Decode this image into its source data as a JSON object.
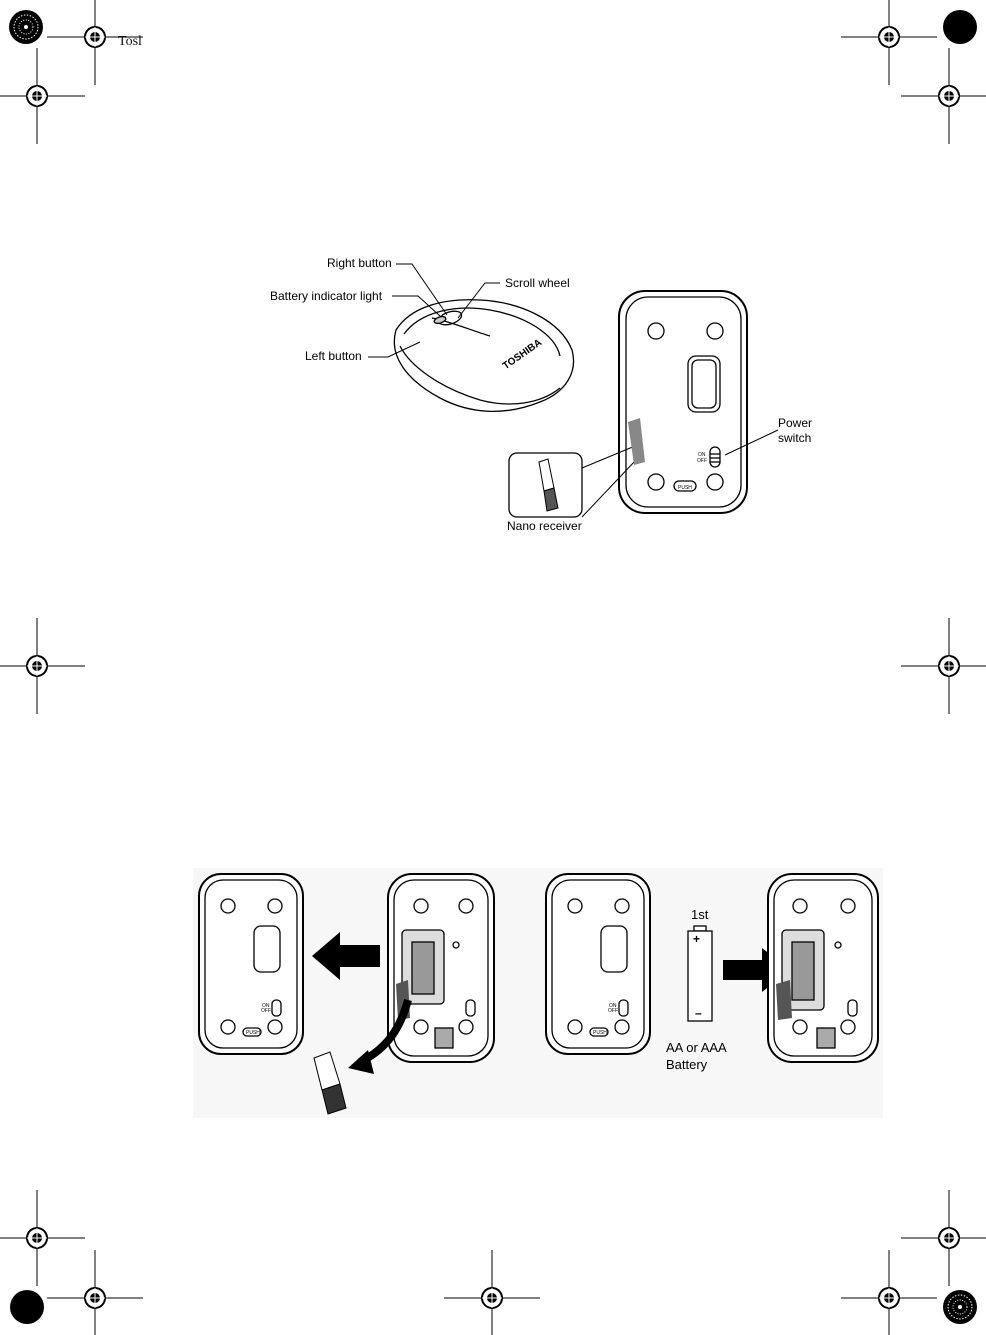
{
  "header": {
    "fragment": "Tosl"
  },
  "figure1": {
    "labels": {
      "right_button": "Right button",
      "battery_indicator": "Battery indicator light",
      "left_button": "Left button",
      "scroll_wheel": "Scroll wheel",
      "power_switch_line1": "Power",
      "power_switch_line2": "switch",
      "nano_receiver": "Nano receiver"
    },
    "brand": "TOSHIBA",
    "switch_on": "ON",
    "switch_off": "OFF",
    "push": "PUSH"
  },
  "figure2": {
    "first_label": "1st",
    "battery_line1": "AA or AAA",
    "battery_line2": "Battery",
    "push": "PUSH",
    "switch_on": "ON",
    "switch_off": "OFF"
  }
}
